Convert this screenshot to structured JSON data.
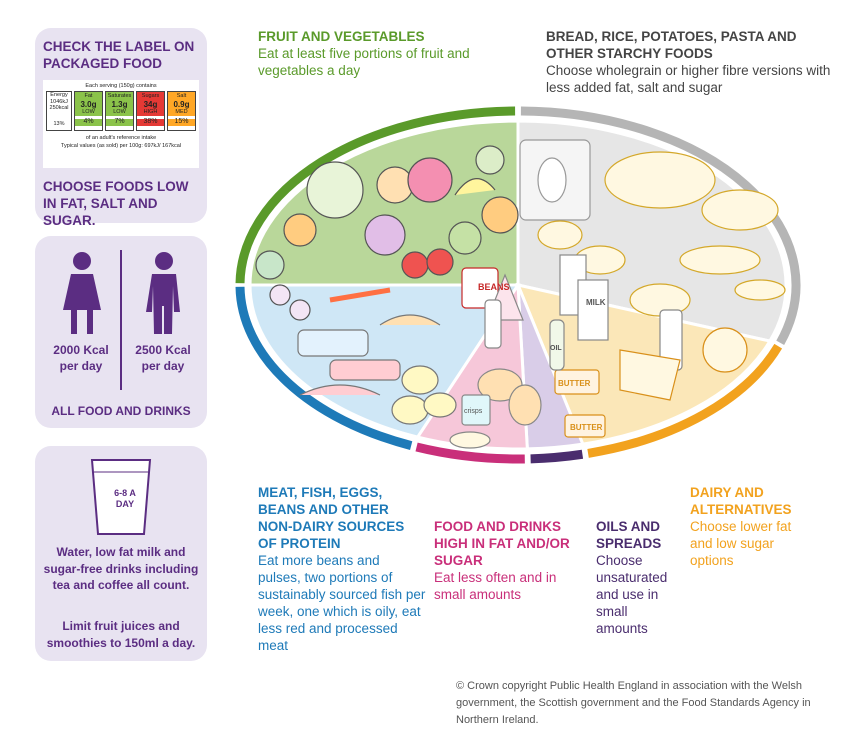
{
  "left_panel": {
    "check_label_title": "CHECK THE LABEL ON PACKAGED FOOD",
    "choose_foods": "CHOOSE FOODS LOW IN FAT, SALT AND SUGAR.",
    "nutrition_label": {
      "serving_text": "Each serving (150g) contains",
      "energy_label": "Energy",
      "energy_value": "1046kJ 250kcal",
      "energy_percent": "13%",
      "nutrients": [
        {
          "name": "Fat",
          "amount": "3.0g",
          "level": "LOW",
          "percent": "4%",
          "color": "#8bc34a"
        },
        {
          "name": "Saturates",
          "amount": "1.3g",
          "level": "LOW",
          "percent": "7%",
          "color": "#8bc34a"
        },
        {
          "name": "Sugars",
          "amount": "34g",
          "level": "HIGH",
          "percent": "38%",
          "color": "#e53935"
        },
        {
          "name": "Salt",
          "amount": "0.9g",
          "level": "MED",
          "percent": "15%",
          "color": "#ffa726"
        }
      ],
      "ri_text": "of an adult's reference intake",
      "typical_text": "Typical values (as sold) per 100g: 697kJ/ 167kcal"
    },
    "woman_kcal": "2000 Kcal per day",
    "man_kcal": "2500 Kcal per day",
    "all_food": "ALL FOOD AND DRINKS",
    "cup_text": "6-8 A DAY",
    "water_text": "Water, low fat milk and sugar-free drinks including tea and coffee all count.",
    "juice_text": "Limit fruit juices and smoothies to 150ml a day."
  },
  "sections": {
    "fruit_veg": {
      "title": "FRUIT AND VEGETABLES",
      "body": "Eat at least five portions of fruit and vegetables a day",
      "color": "#5a9a2a"
    },
    "starchy": {
      "title": "BREAD, RICE, POTATOES, PASTA AND OTHER STARCHY FOODS",
      "body": "Choose wholegrain or higher fibre versions with less added fat, salt and sugar",
      "color": "#f7c948"
    },
    "protein": {
      "title": "MEAT, FISH, EGGS, BEANS AND OTHER NON-DAIRY SOURCES OF PROTEIN",
      "body": "Eat more beans and pulses, two portions of sustainably sourced fish per week, one which is oily, eat less red and processed meat",
      "color": "#1e7ab8"
    },
    "fat_sugar": {
      "title": "FOOD AND DRINKS HIGH IN FAT AND/OR SUGAR",
      "body": "Eat less often and in small amounts",
      "color": "#c92f7a"
    },
    "oils": {
      "title": "OILS AND SPREADS",
      "body": "Choose unsaturated and use in small amounts",
      "color": "#4a2d6e"
    },
    "dairy": {
      "title": "DAIRY AND ALTERNATIVES",
      "body": "Choose lower fat and low sugar options",
      "color": "#f2a21e"
    }
  },
  "plate_labels": {
    "beans": "BEANS",
    "milk": "MILK",
    "butter": "BUTTER",
    "oil": "OIL",
    "crisps": "crisps"
  },
  "copyright": "© Crown copyright Public Health England in association with the Welsh government, the Scottish government and the Food Standards Agency in Northern Ireland."
}
